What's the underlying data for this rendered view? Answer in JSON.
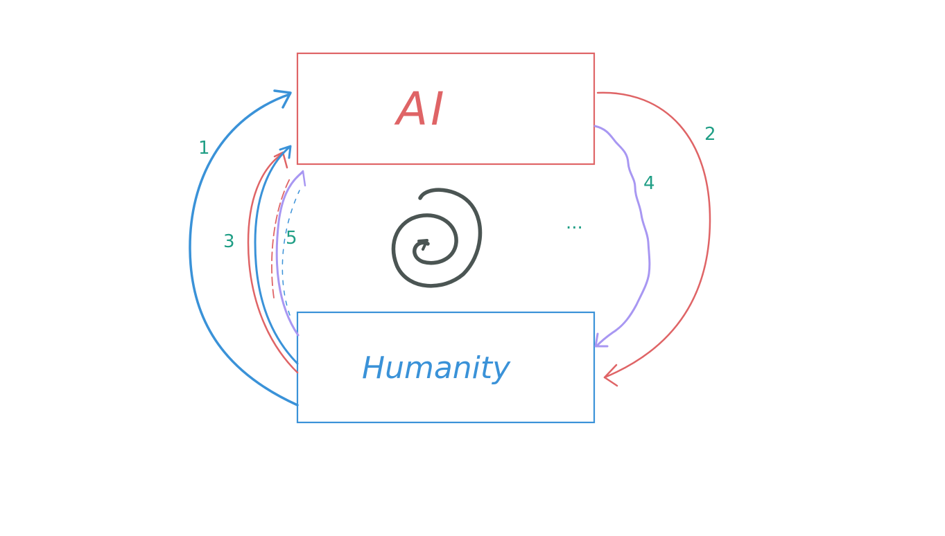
{
  "colors": {
    "red": "#df6466",
    "blue": "#3a92d8",
    "purple": "#a897f2",
    "green": "#1f9e85",
    "dark": "#4b5553"
  },
  "boxes": {
    "ai_label": "AI",
    "humanity_label": "Humanity"
  },
  "arrows": {
    "one": "1",
    "two": "2",
    "three": "3",
    "four": "4",
    "five": "5",
    "more": "..."
  },
  "center": {
    "icon": "spiral-icon"
  }
}
